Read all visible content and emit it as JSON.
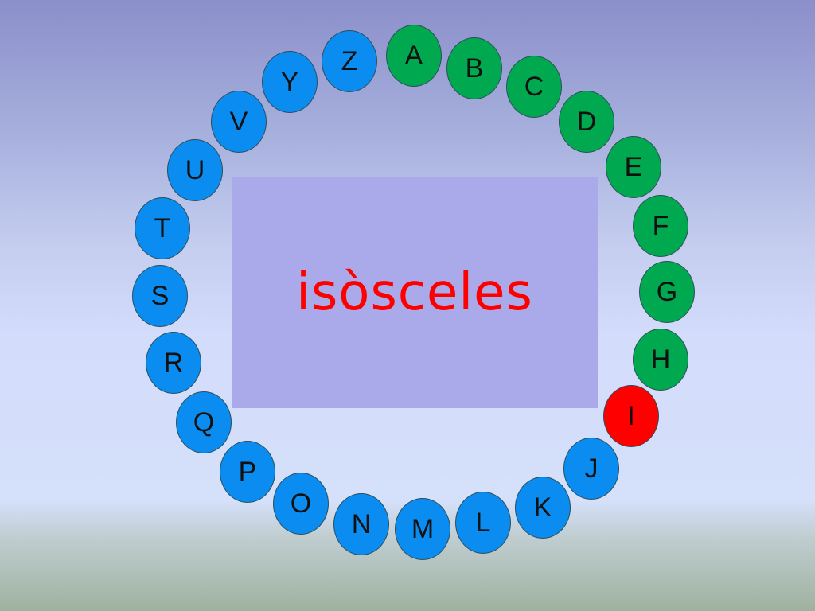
{
  "word": "isòsceles",
  "colors": {
    "done": "#00a94f",
    "current": "#ff0000",
    "pending": "#0a8cf0",
    "word": "#ff0000",
    "panel": "#aaaaea"
  },
  "letters": [
    {
      "label": "A",
      "state": "done"
    },
    {
      "label": "B",
      "state": "done"
    },
    {
      "label": "C",
      "state": "done"
    },
    {
      "label": "D",
      "state": "done"
    },
    {
      "label": "E",
      "state": "done"
    },
    {
      "label": "F",
      "state": "done"
    },
    {
      "label": "G",
      "state": "done"
    },
    {
      "label": "H",
      "state": "done"
    },
    {
      "label": "I",
      "state": "current"
    },
    {
      "label": "J",
      "state": "pending"
    },
    {
      "label": "K",
      "state": "pending"
    },
    {
      "label": "L",
      "state": "pending"
    },
    {
      "label": "M",
      "state": "pending"
    },
    {
      "label": "N",
      "state": "pending"
    },
    {
      "label": "O",
      "state": "pending"
    },
    {
      "label": "P",
      "state": "pending"
    },
    {
      "label": "Q",
      "state": "pending"
    },
    {
      "label": "R",
      "state": "pending"
    },
    {
      "label": "S",
      "state": "pending"
    },
    {
      "label": "T",
      "state": "pending"
    },
    {
      "label": "U",
      "state": "pending"
    },
    {
      "label": "V",
      "state": "pending"
    },
    {
      "label": "Y",
      "state": "pending"
    },
    {
      "label": "Z",
      "state": "pending"
    }
  ]
}
